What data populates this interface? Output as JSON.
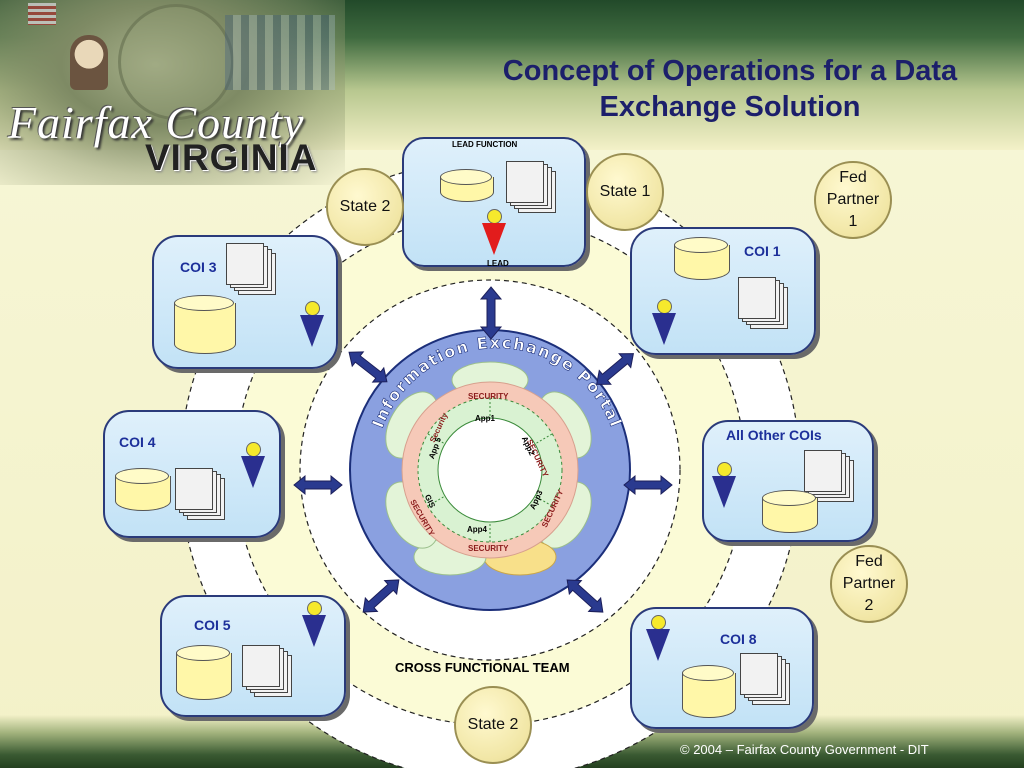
{
  "title": "Concept of Operations for a Data Exchange Solution",
  "logo": {
    "line1": "Fairfax County",
    "line2": "VIRGINIA"
  },
  "footer": "© 2004 – Fairfax County Government - DIT",
  "lead": {
    "function_label": "LEAD FUNCTION",
    "person_label": "LEAD"
  },
  "cois": {
    "coi1": "COI 1",
    "coi3": "COI 3",
    "coi4": "COI 4",
    "coi5": "COI 5",
    "coi8": "COI 8",
    "all_other": "All Other COIs"
  },
  "circles": {
    "state1": "State 1",
    "state2_top": "State 2",
    "state2_bottom": "State 2",
    "fed1": [
      "Fed",
      "Partner",
      "1"
    ],
    "fed2": [
      "Fed",
      "Partner",
      "2"
    ]
  },
  "portal": {
    "title": "Information Exchange Portal",
    "security": "SECURITY",
    "security_lower": "Security",
    "apps": [
      "App1",
      "App2",
      "App3",
      "App4",
      "GIS",
      "App 5"
    ]
  },
  "cross_functional": "CROSS FUNCTIONAL TEAM",
  "colors": {
    "title": "#1c1f6b",
    "coi_label": "#1c2f9a",
    "arrow": "#2a3a8f",
    "portal_blue": "#8aa0e0",
    "security_pink": "#f6c9b8",
    "lead_red": "#e21c1c"
  }
}
